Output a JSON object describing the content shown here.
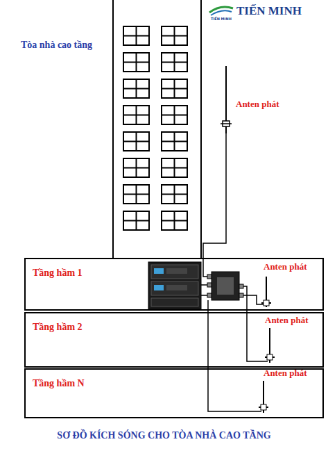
{
  "diagram": {
    "caption": "SƠ ĐỒ KÍCH SÓNG CHO TÒA NHÀ CAO TẦNG",
    "nodes": [
      {
        "text": [
          "Tầng hầm 1"
        ]
      },
      {
        "text": [
          "Tầng hầm 2"
        ]
      },
      {
        "text": [
          "Tầng hầm N"
        ]
      }
    ],
    "labels": [
      "TIẾN MINH",
      "TIẾN MINH",
      "Tòa nhà cao tầng",
      "Anten phát",
      "Anten phát",
      "Anten phát",
      "Anten phát"
    ]
  }
}
